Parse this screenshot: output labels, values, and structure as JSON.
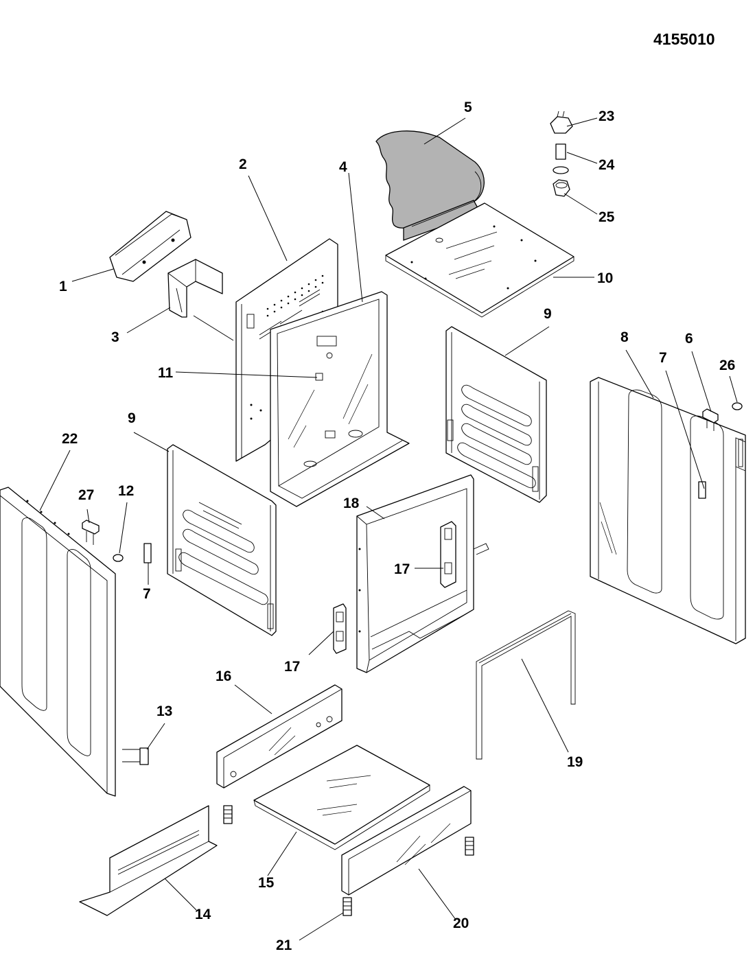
{
  "diagram": {
    "document_number": "4155010",
    "part_callouts": [
      "1",
      "2",
      "3",
      "4",
      "5",
      "6",
      "7",
      "7",
      "8",
      "9",
      "9",
      "10",
      "11",
      "12",
      "13",
      "14",
      "15",
      "16",
      "17",
      "17",
      "18",
      "19",
      "20",
      "21",
      "22",
      "23",
      "24",
      "25",
      "26",
      "27"
    ],
    "colors": {
      "line": "#000000",
      "background": "#ffffff",
      "insulation_fill": "#b3b3b3"
    }
  }
}
